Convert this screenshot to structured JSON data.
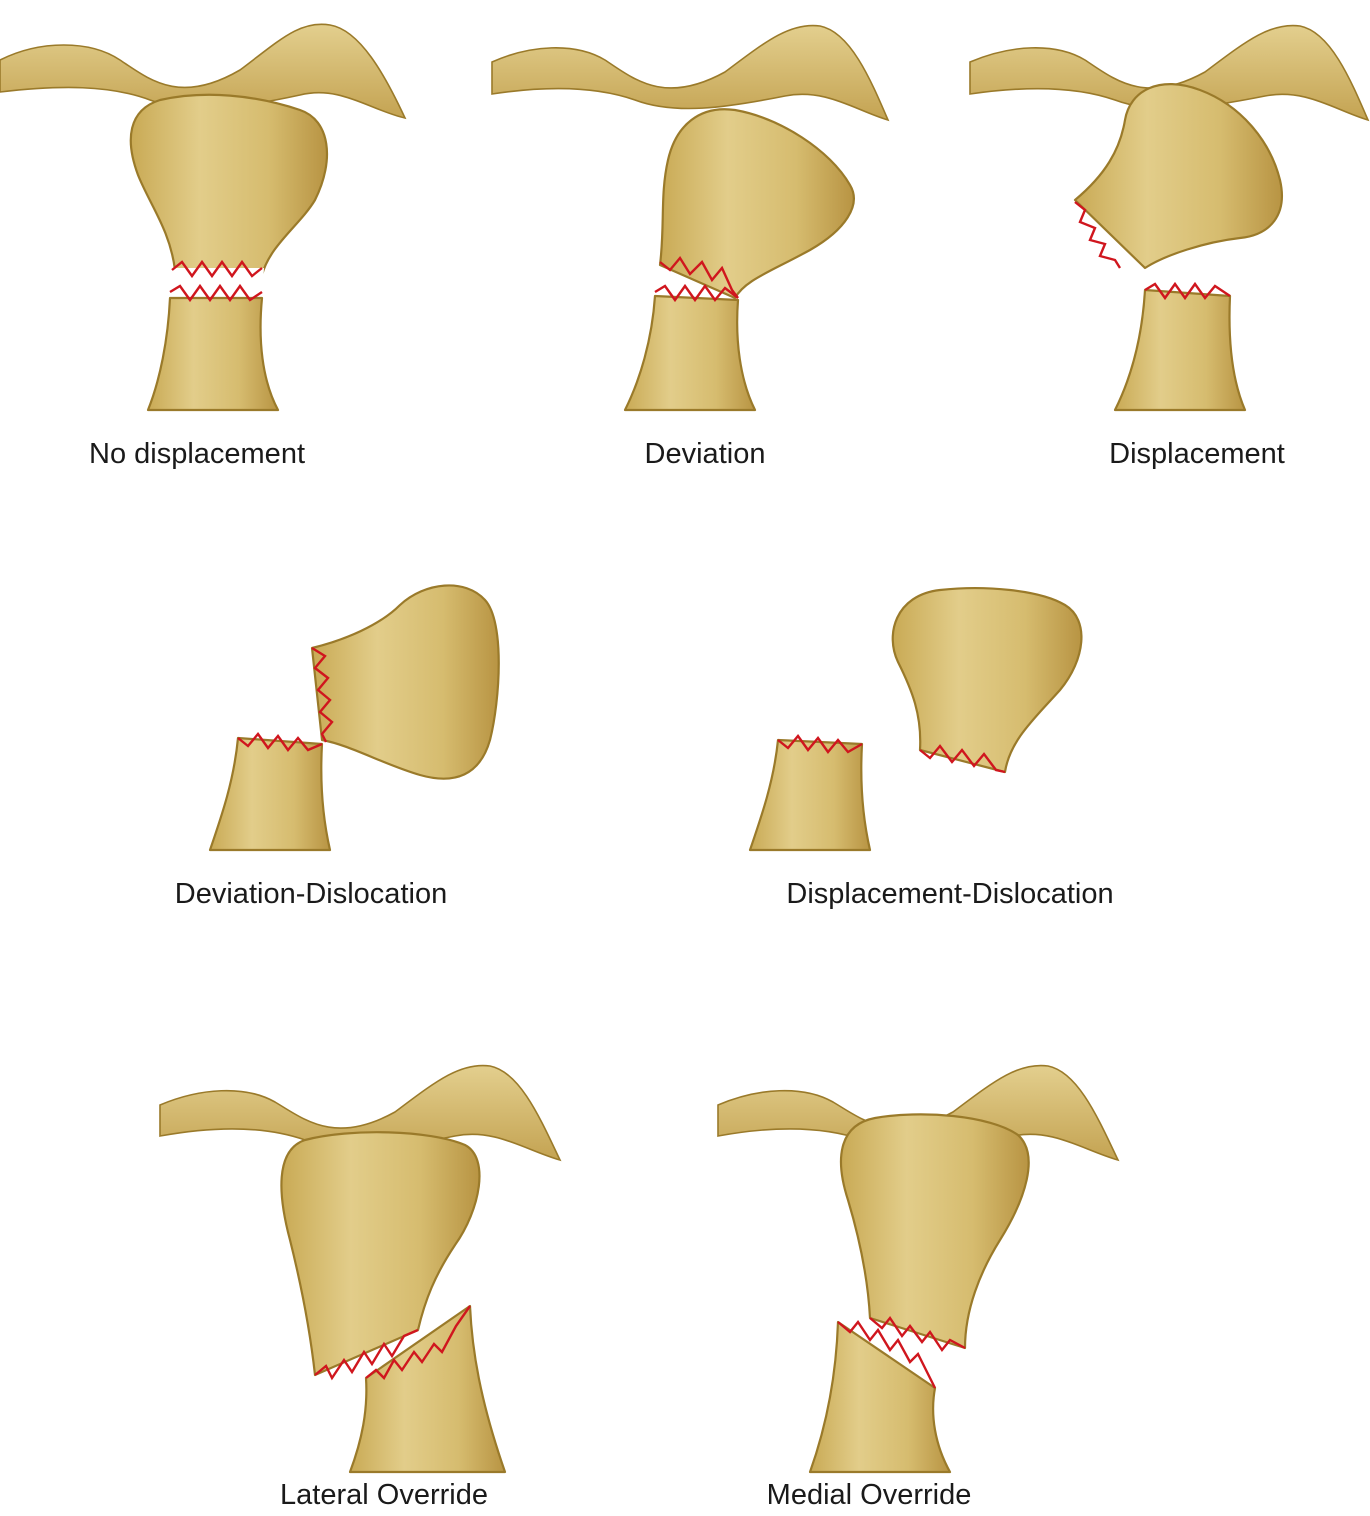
{
  "panels": [
    {
      "caption": "No displacement"
    },
    {
      "caption": "Deviation"
    },
    {
      "caption": "Displacement"
    },
    {
      "caption": "Deviation-Dislocation"
    },
    {
      "caption": "Displacement-Dislocation"
    },
    {
      "caption": "Lateral Override"
    },
    {
      "caption": "Medial Override"
    }
  ],
  "colors": {
    "bone": "#d8c07a",
    "bone_shadow": "#b8963f",
    "bone_outline": "#9a7a2a",
    "fracture_line": "#d0161e",
    "caption_text": "#1a1a1a",
    "background": "#ffffff"
  }
}
